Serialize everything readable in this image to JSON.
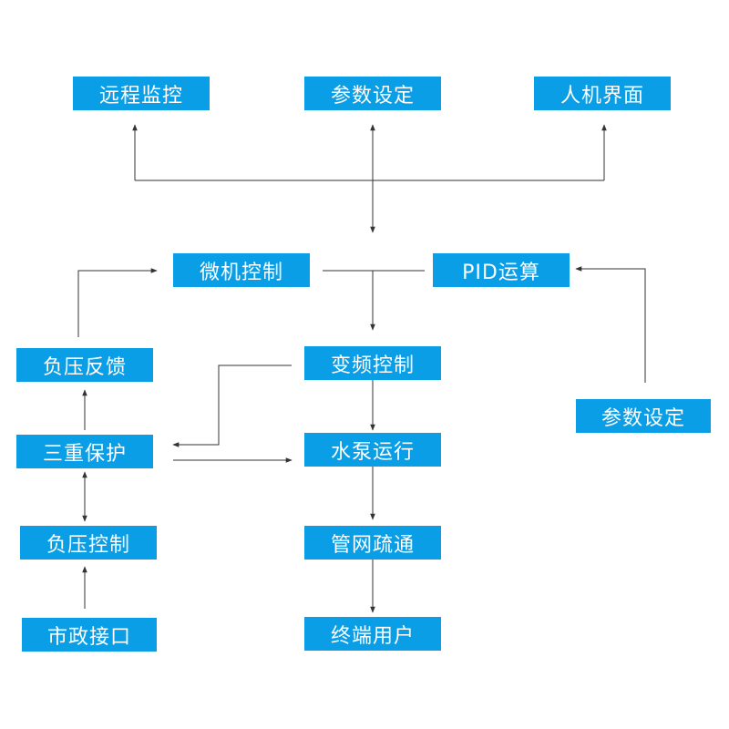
{
  "nodes": {
    "remote_monitor": "远程监控",
    "param_set_top": "参数设定",
    "hmi": "人机界面",
    "micro_control": "微机控制",
    "pid": "PID运算",
    "neg_feedback": "负压反馈",
    "vfd_control": "变频控制",
    "param_set_right": "参数设定",
    "triple_protect": "三重保护",
    "pump_run": "水泵运行",
    "neg_control": "负压控制",
    "pipe_clear": "管网疏通",
    "municipal": "市政接口",
    "end_user": "终端用户"
  },
  "colors": {
    "box": "#0a9ee6",
    "line": "#333333"
  }
}
